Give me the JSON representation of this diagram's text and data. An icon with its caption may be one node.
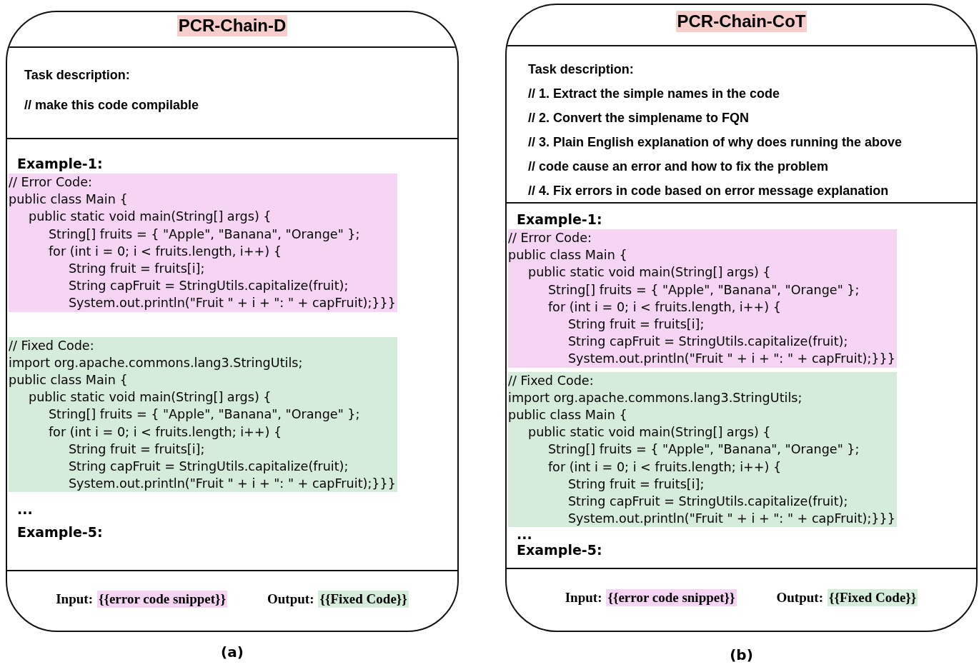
{
  "diagram": {
    "nodes": [
      {
        "text": [
          "PCR-Chain-D"
        ],
        "beside": [
          "(a)"
        ]
      },
      {
        "text": [
          "Task description:",
          "// make this code compilable"
        ],
        "in": 0
      },
      {
        "text": [
          "Example-1:",
          "...",
          "Example-5:"
        ],
        "in": 0
      },
      {
        "text": [
          "// Error Code:",
          "public class Main {",
          "     public static void main(String[] args) {",
          "          String[] fruits = { \"Apple\", \"Banana\", \"Orange\" };",
          "          for (int i = 0; i < fruits.length, i++) {",
          "               String fruit = fruits[i];",
          "               String capFruit = StringUtils.capitalize(fruit);",
          "               System.out.println(\"Fruit \" + i + \": \" + capFruit);}}}"
        ],
        "in": 2
      },
      {
        "text": [
          "// Fixed Code:",
          "import org.apache.commons.lang3.StringUtils;",
          "public class Main {",
          "     public static void main(String[] args) {",
          "          String[] fruits = { \"Apple\", \"Banana\", \"Orange\" };",
          "          for (int i = 0; i < fruits.length; i++) {",
          "               String fruit = fruits[i];",
          "               String capFruit = StringUtils.capitalize(fruit);",
          "               System.out.println(\"Fruit \" + i + \": \" + capFruit);}}}"
        ],
        "in": 2
      },
      {
        "text": [
          "Input:",
          "{{error code snippet}}",
          "Output:",
          "{{Fixed Code}}"
        ],
        "in": 0
      },
      {
        "text": [
          "PCR-Chain-CoT"
        ],
        "beside": [
          "(b)"
        ]
      },
      {
        "text": [
          "Task description:",
          "// 1. Extract the simple names in the code",
          "// 2. Convert the simplename to FQN",
          "// 3. Plain English explanation of why does running the above",
          "// code cause an error and how to fix the problem",
          "// 4. Fix errors in code based on error message explanation"
        ],
        "in": 6
      },
      {
        "text": [
          "Example-1:",
          "...",
          "Example-5:"
        ],
        "in": 6
      },
      {
        "text": [
          "// Error Code:",
          "public class Main {",
          "     public static void main(String[] args) {",
          "          String[] fruits = { \"Apple\", \"Banana\", \"Orange\" };",
          "          for (int i = 0; i < fruits.length, i++) {",
          "               String fruit = fruits[i];",
          "               String capFruit = StringUtils.capitalize(fruit);",
          "               System.out.println(\"Fruit \" + i + \": \" + capFruit);}}}"
        ],
        "in": 8
      },
      {
        "text": [
          "// Fixed Code:",
          "import org.apache.commons.lang3.StringUtils;",
          "public class Main {",
          "     public static void main(String[] args) {",
          "          String[] fruits = { \"Apple\", \"Banana\", \"Orange\" };",
          "          for (int i = 0; i < fruits.length; i++) {",
          "               String fruit = fruits[i];",
          "               String capFruit = StringUtils.capitalize(fruit);",
          "               System.out.println(\"Fruit \" + i + \": \" + capFruit);}}}"
        ],
        "in": 8
      },
      {
        "text": [
          "Input:",
          "{{error code snippet}}",
          "Output:",
          "{{Fixed Code}}"
        ],
        "in": 6
      }
    ]
  }
}
